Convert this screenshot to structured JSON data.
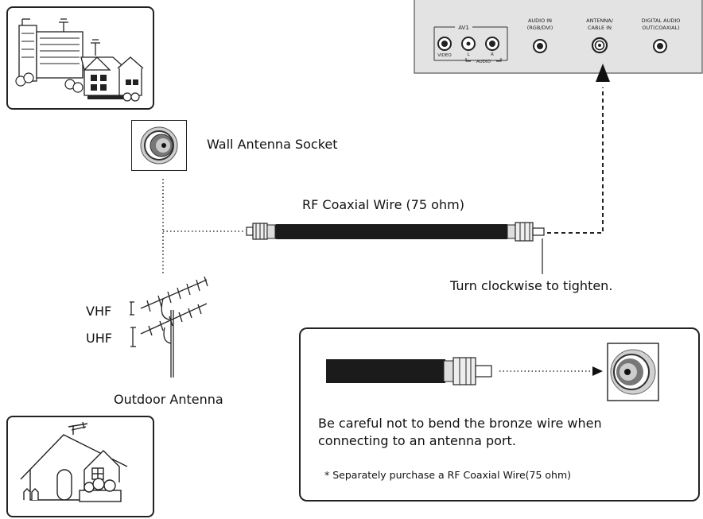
{
  "tv_panel": {
    "av1_label": "AV1",
    "video_label": "VIDEO",
    "l_label": "L",
    "r_label": "R",
    "audio_label": "AUDIO",
    "audio_in_label_1": "AUDIO IN",
    "audio_in_label_2": "(RGB/DVI)",
    "antenna_label_1": "ANTENNA/",
    "antenna_label_2": "CABLE IN",
    "digital_audio_label_1": "DIGITAL AUDIO",
    "digital_audio_label_2": "OUT(COAXIAL)"
  },
  "wall_socket_label": "Wall Antenna Socket",
  "coax_wire_label": "RF Coaxial Wire (75 ohm)",
  "tighten_label": "Turn clockwise to tighten.",
  "antenna": {
    "vhf_label": "VHF",
    "uhf_label": "UHF",
    "outdoor_label": "Outdoor Antenna"
  },
  "note_box": {
    "line1": "Be careful not to bend the bronze wire when",
    "line2": "connecting to an antenna port.",
    "footnote": "* Separately purchase a RF Coaxial Wire(75 ohm)"
  }
}
